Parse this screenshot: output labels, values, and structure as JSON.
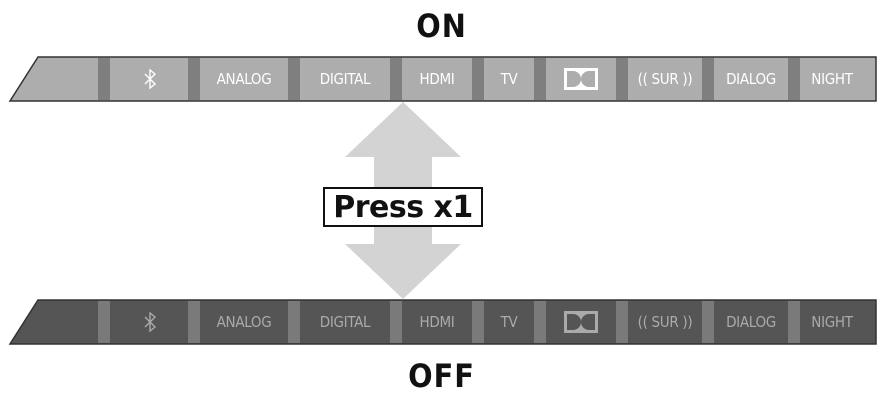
{
  "states": {
    "on": "ON",
    "off": "OFF"
  },
  "press": {
    "label": "Press x1"
  },
  "bar": {
    "buttons": [
      {
        "key": "bluetooth",
        "label": "",
        "icon": "bluetooth-icon"
      },
      {
        "key": "analog",
        "label": "ANALOG"
      },
      {
        "key": "digital",
        "label": "DIGITAL"
      },
      {
        "key": "hdmi",
        "label": "HDMI"
      },
      {
        "key": "tv",
        "label": "TV"
      },
      {
        "key": "dolby",
        "label": "",
        "icon": "dolby-icon"
      },
      {
        "key": "sur",
        "label": "(( SUR ))"
      },
      {
        "key": "dialog",
        "label": "DIALOG"
      },
      {
        "key": "night",
        "label": "NIGHT"
      }
    ]
  },
  "colors": {
    "on_bar": "#adadad",
    "on_divider": "#7f7f7f",
    "off_bar": "#555555",
    "off_divider": "#7a7a7a",
    "arrow": "#d3d3d3",
    "on_text": "#ffffff",
    "off_text": "#aaaaaa"
  }
}
